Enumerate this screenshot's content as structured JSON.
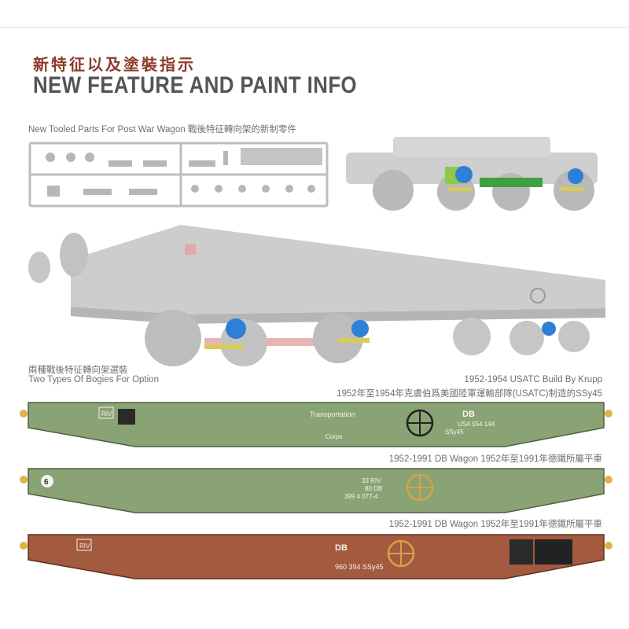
{
  "header": {
    "title_cn": "新特征以及塗裝指示",
    "title_en": "NEW FEATURE AND PAINT INFO"
  },
  "captions": {
    "tooled_parts": "New Tooled Parts For Post War Wagon  戰後特征轉向架的新制零件",
    "bogies_cn": "兩種戰後特征轉向架選裝",
    "bogies_en": "Two Types Of Bogies For Option",
    "usatc_en": "1952-1954 USATC Build By Krupp",
    "usatc_cn": "1952年至1954年克虜伯爲美國陸軍運輸部隊(USATC)制造的SSy45",
    "db1": "1952-1991 DB Wagon  1952年至1991年德鐵所屬平車",
    "db2": "1952-1991 DB Wagon  1952年至1991年德鐵所屬平車"
  },
  "wagon_usatc": {
    "riv": "RIV",
    "transportation": "Transportation",
    "corps": "Corps",
    "db": "DB",
    "number": "USA 554 144",
    "class": "SSy45"
  },
  "wagon_db_green": {
    "badge": "6",
    "riv": "33 RIV",
    "db": "80 DB",
    "number": "399 4 077-4"
  },
  "wagon_db_red": {
    "riv": "RIV",
    "db": "DB",
    "number": "960 394 SSy45"
  },
  "colors": {
    "green_livery": "#8aa374",
    "red_livery": "#a35a3e",
    "model_grey": "#c9c9c9",
    "title_accent": "#8b3a2a"
  }
}
